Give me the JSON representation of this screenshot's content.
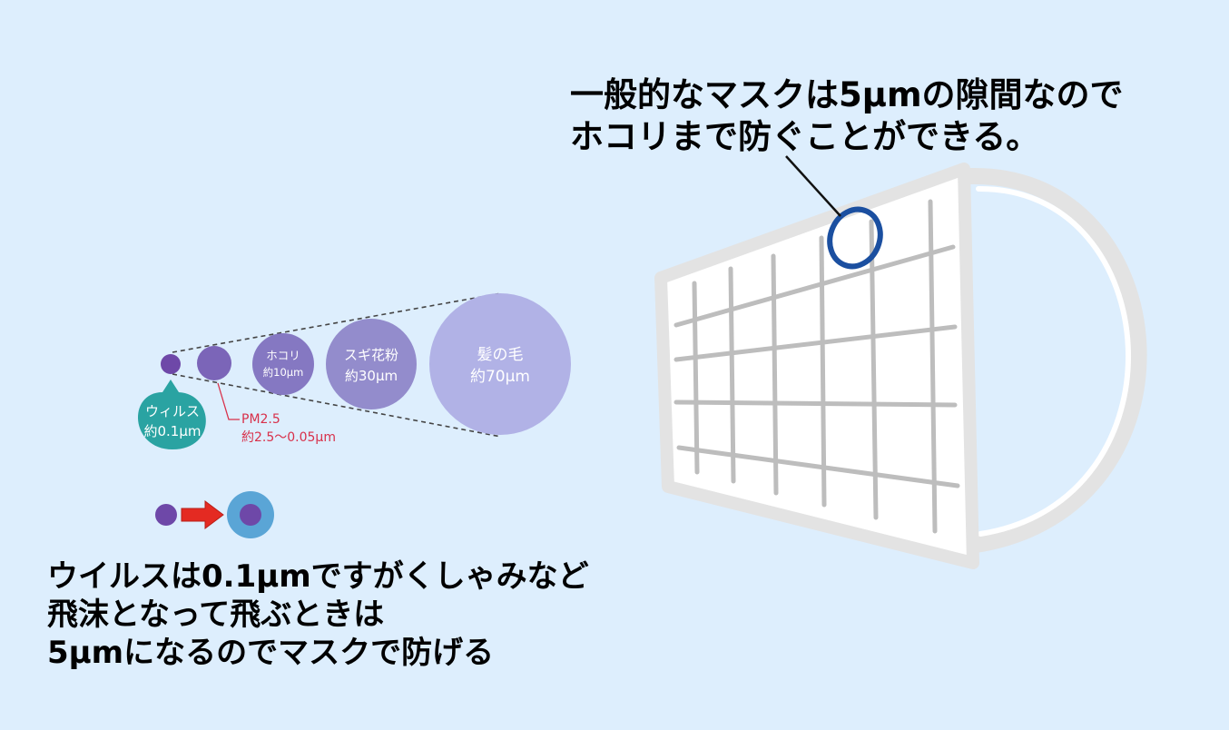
{
  "mask_caption": {
    "line1": "一般的なマスクは5µmの隙間なので",
    "line2": "ホコリまで防ぐことができる。"
  },
  "virus_caption": {
    "line1": "ウイルスは0.1µmですがくしゃみなど",
    "line2": "飛沫となって飛ぶときは",
    "line3": "5µmになるのでマスクで防げる"
  },
  "particles": {
    "virus": {
      "name": "ウィルス",
      "size": "約0.1µm"
    },
    "pm25": {
      "name": "PM2.5",
      "size": "約2.5〜0.05µm"
    },
    "dust": {
      "name": "ホコリ",
      "size": "約10µm"
    },
    "cedar_pollen": {
      "name": "スギ花粉",
      "size": "約30µm"
    },
    "hair": {
      "name": "髪の毛",
      "size": "約70µm"
    }
  },
  "colors": {
    "background": "#ddeefd",
    "virus_dot": "#6e48a8",
    "pm25_dot": "#7b65b8",
    "dust_circle": "#8578c2",
    "pollen_circle": "#938ccc",
    "hair_circle": "#b1b2e6",
    "virus_bubble": "#2aa3a2",
    "pm25_label": "#d8304a",
    "droplet_ring": "#5aa5d6",
    "arrow": "#e42a22",
    "mask_outline": "#e5e5e5",
    "mask_fill": "#ffffff",
    "mask_grid": "#bdbdbd",
    "gap_marker": "#1b4fa0"
  },
  "icons": {
    "arrow": "right-arrow-icon",
    "mask": "face-mask-icon"
  }
}
